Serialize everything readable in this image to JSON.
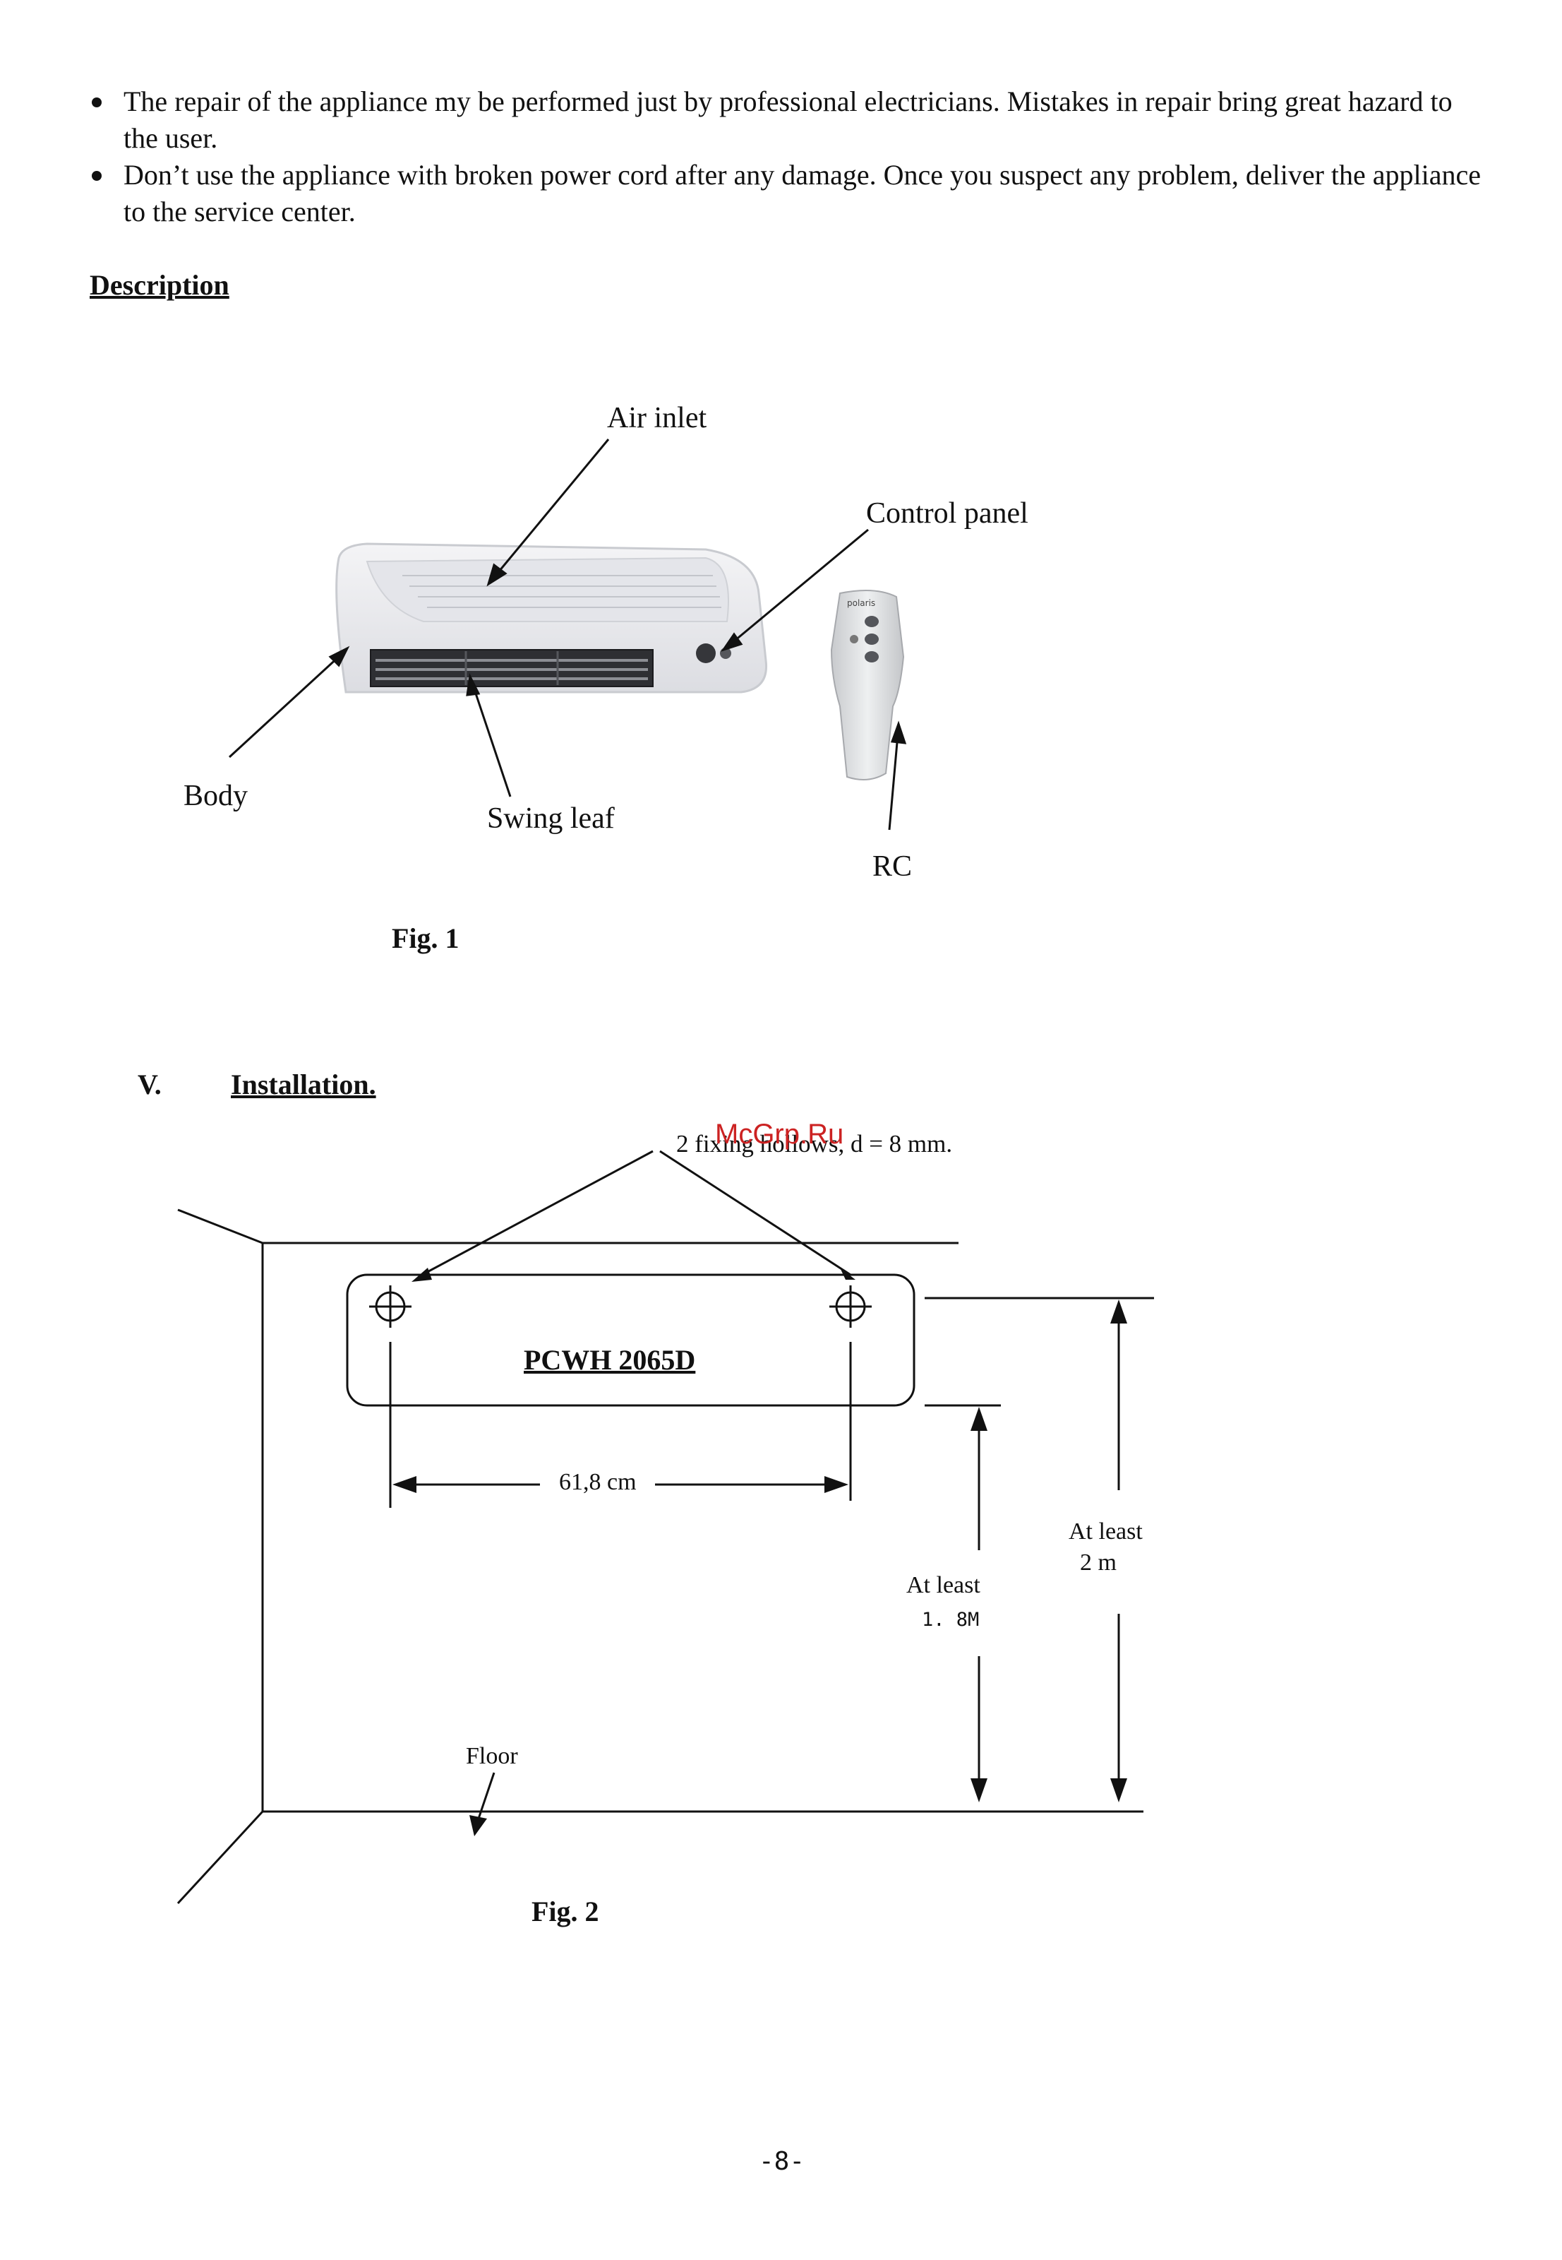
{
  "bullets": [
    "The repair of the appliance my be performed just by professional electricians. Mistakes in repair bring great hazard to the user.",
    "Don’t use the appliance with broken power cord after any damage. Once you suspect any problem, deliver the appliance to the service center."
  ],
  "description": {
    "heading": "Description",
    "labels": {
      "air_inlet": "Air inlet",
      "control_panel": "Control panel",
      "body": "Body",
      "swing_leaf": "Swing leaf",
      "rc": "RC",
      "remote_brand": "polaris"
    },
    "fig_caption": "Fig. 1"
  },
  "installation": {
    "section_number": "V.",
    "heading": "Installation.",
    "fixing_note": "2 fixing hollows, d = 8 mm.",
    "watermark": "McGrp.Ru",
    "model": "PCWH 2065D",
    "hole_distance": "61,8 cm",
    "at_least_low": "At least",
    "at_least_low_value": "1. 8M",
    "at_least_high": "At least",
    "at_least_high_value": "2 m",
    "floor": "Floor",
    "fig_caption": "Fig. 2"
  },
  "page_number": "-8-"
}
